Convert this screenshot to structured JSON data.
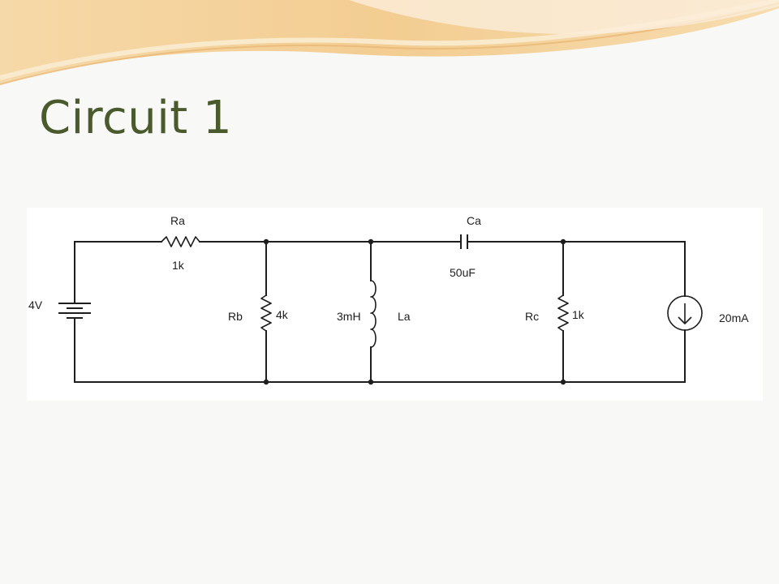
{
  "slide": {
    "title": "Circuit 1",
    "title_color": "#4a5a2c",
    "accent_color": "#f2c98a"
  },
  "circuit": {
    "source_voltage": {
      "name": "",
      "value": "4V"
    },
    "resistor_a": {
      "name": "Ra",
      "value": "1k"
    },
    "resistor_b": {
      "name": "Rb",
      "value": "4k"
    },
    "inductor_a": {
      "name": "La",
      "value": "3mH"
    },
    "capacitor_a": {
      "name": "Ca",
      "value": "50uF"
    },
    "resistor_c": {
      "name": "Rc",
      "value": "1k"
    },
    "current_source": {
      "name": "",
      "value": "20mA"
    }
  }
}
